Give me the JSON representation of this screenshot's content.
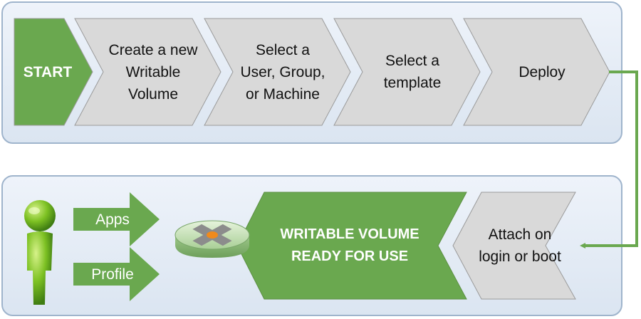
{
  "steps": [
    {
      "label": "START",
      "fill": "#6aa84f"
    },
    {
      "label": "Create a new\nWritable\nVolume",
      "fill": "#d9d9d9"
    },
    {
      "label": "Select a\nUser, Group,\nor Machine",
      "fill": "#d9d9d9"
    },
    {
      "label": "Select a\ntemplate",
      "fill": "#d9d9d9"
    },
    {
      "label": "Deploy",
      "fill": "#d9d9d9"
    }
  ],
  "bottom": {
    "attach_label": "Attach on\nlogin or boot",
    "ready_label": "WRITABLE VOLUME\nREADY FOR USE",
    "apps_label": "Apps",
    "profile_label": "Profile"
  },
  "colors": {
    "green": "#6aa84f",
    "gray": "#d9d9d9",
    "connector": "#6aa84f"
  },
  "icons": {
    "user": "user-icon",
    "volume": "writable-volume-disk-icon"
  }
}
